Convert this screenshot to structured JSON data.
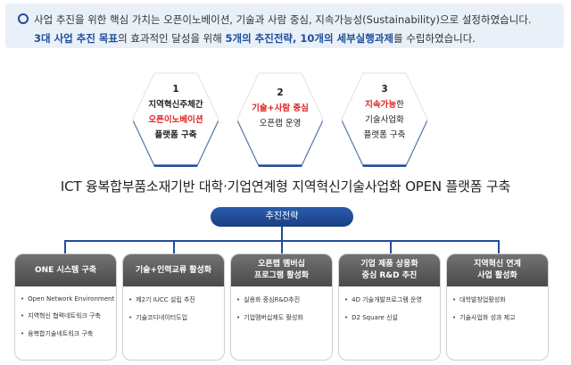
{
  "intro": {
    "line1": "사업 추진을 위한 핵심 가치는 오픈이노베이션, 기술과 사람 중심, 지속가능성(Sustainability)으로 설정하였습니다.",
    "line2_a": "3대 사업 추진 목표",
    "line2_b": "의 효과적인 달성을 위해 ",
    "line2_c": "5개의 추진전략, 10개의 세부실행과제",
    "line2_d": "를 수립하였습니다."
  },
  "goals": [
    {
      "num": "1",
      "l1": "지역혁신주체간",
      "l2": "오픈이노베이션",
      "l3": "플랫폼 구축"
    },
    {
      "num": "2",
      "l1": "기술+사람 중심",
      "l2": "오픈랩 운영"
    },
    {
      "num": "3",
      "l1a": "지속가능",
      "l1b": "한",
      "l2": "기술사업화",
      "l3": "플랫폼 구축"
    }
  ],
  "title": "ICT 융복합부품소재기반 대학·기업연계형 지역혁신기술사업화 OPEN 플랫폼 구축",
  "strategy_label": "추진전략",
  "strategies": [
    {
      "h1": "ONE 시스템 구축",
      "items": [
        "Open Network Environment",
        "지역혁신 협력네트워크 구축",
        "융복합기술네트워크 구축"
      ]
    },
    {
      "h1": "기술+인력교류 활성화",
      "items": [
        "제2기 IUCC 설립 추진",
        "기술코디네이터도입"
      ]
    },
    {
      "h1": "오픈랩 멤버십",
      "h2": "프로그램 활성화",
      "items": [
        "실용화 중심R&D추진",
        "기업멤버십제도 활성화"
      ]
    },
    {
      "h1": "기업 제품 상용화",
      "h2": "중심 R&D 추진",
      "items": [
        "4D 기술개발프로그램 운영",
        "D2 Square 신설"
      ]
    },
    {
      "h1": "지역혁신 연계",
      "h2": "사업 활성화",
      "items": [
        "대학발창업활성화",
        "기술사업화 성과 제고"
      ]
    }
  ],
  "colors": {
    "navy": "#1f4e9a",
    "red": "#e02020",
    "card_head": "#5a5a5a"
  }
}
